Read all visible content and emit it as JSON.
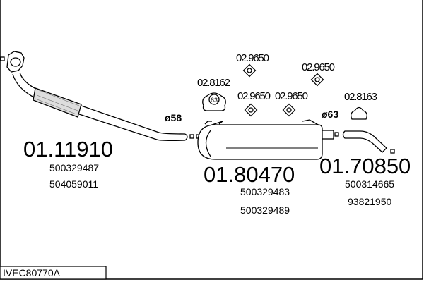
{
  "diagram_code": "IVEC80770A",
  "parts": [
    {
      "number": "01.11910",
      "refs": [
        "500329487",
        "504059011"
      ],
      "diameter": "ø58"
    },
    {
      "number": "01.80470",
      "refs": [
        "500329483",
        "500329489"
      ],
      "diameter": "ø63"
    },
    {
      "number": "01.70850",
      "refs": [
        "500314665",
        "93821950"
      ]
    }
  ],
  "accessories": [
    {
      "number": "02.8162",
      "label": "63"
    },
    {
      "number": "02.9650"
    },
    {
      "number": "02.9650"
    },
    {
      "number": "02.9650"
    },
    {
      "number": "02.9650"
    },
    {
      "number": "02.8163"
    }
  ]
}
